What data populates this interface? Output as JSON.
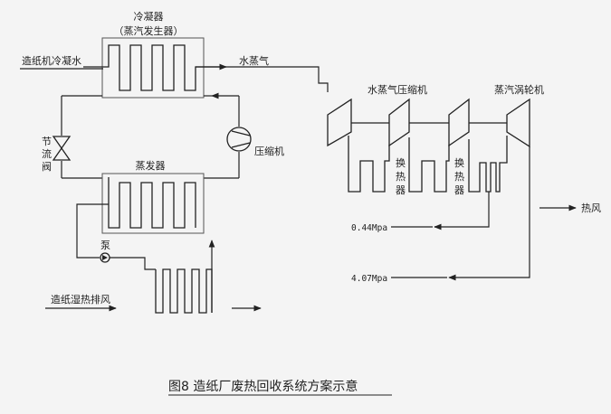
{
  "labels": {
    "condenser": "冷凝器",
    "steam_generator": "（蒸汽发生器）",
    "paper_condensate": "造纸机冷凝水",
    "water_vapor": "水蒸气",
    "throttle_1": "节",
    "throttle_2": "流",
    "throttle_3": "阀",
    "compressor": "压缩机",
    "evaporator": "蒸发器",
    "pump": "泵",
    "exhaust": "造纸湿热排风",
    "vapor_compressor": "水蒸气压缩机",
    "steam_turbine": "蒸汽涡轮机",
    "hx1_1": "换",
    "hx1_2": "热",
    "hx1_3": "器",
    "hx2_1": "换",
    "hx2_2": "热",
    "hx2_3": "器",
    "hot_air": "热风",
    "p1": "0.44Mpa",
    "p2": "4.07Mpa",
    "caption": "图8 造纸厂废热回收系统方案示意"
  },
  "colors": {
    "line": "#222222",
    "background": "#f4f4f4"
  }
}
